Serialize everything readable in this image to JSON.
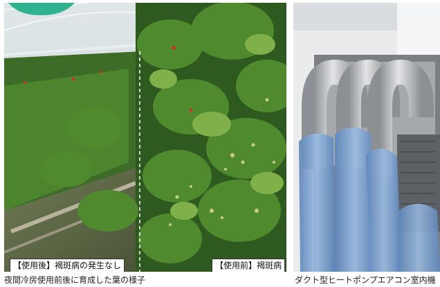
{
  "left_photo": {
    "label_after": "【使用後】褐斑病の発生なし",
    "label_before": "【使用前】褐斑病",
    "caption": "夜間冷房使用前後に育成した葉の様子"
  },
  "right_photo": {
    "caption": "ダクト型ヒートポンプエアコン室内機"
  },
  "colors": {
    "corner_badge": "#2fb38f",
    "leaf_dark": "#2f5a1f",
    "leaf_mid": "#4f8a2e",
    "leaf_light": "#7fb04a",
    "duct_silver": "#b9bcc0",
    "duct_cover_blue": "#7fa6d6"
  }
}
